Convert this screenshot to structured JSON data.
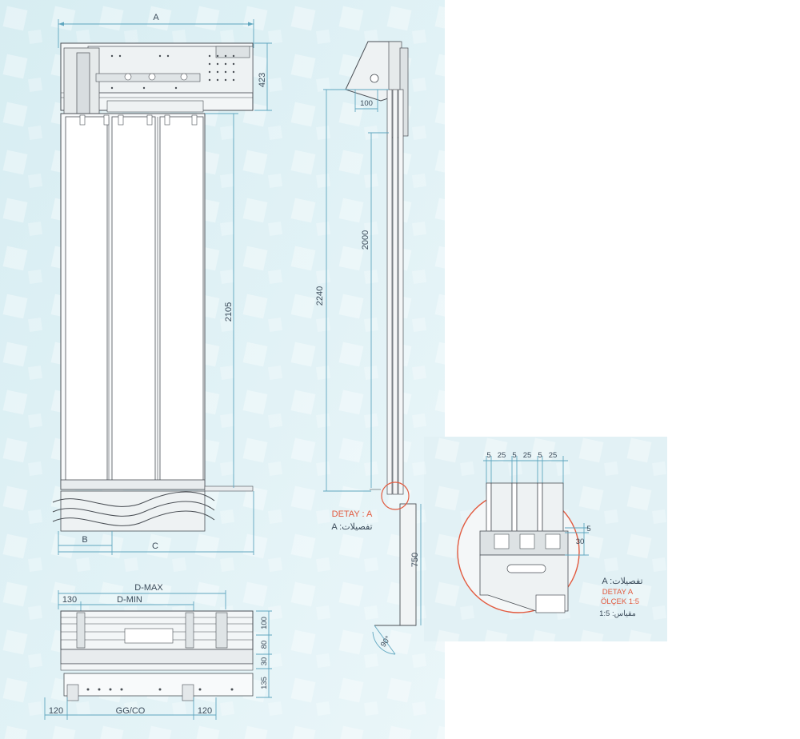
{
  "front_view": {
    "dim_A": "A",
    "dim_423": "423",
    "dim_2105": "2105",
    "dim_B": "B",
    "dim_C": "C"
  },
  "side_view": {
    "dim_100": "100",
    "dim_2000": "2000",
    "dim_2240": "2240",
    "dim_750": "750",
    "dim_90": "90°",
    "detail_label": "DETAY : A",
    "detail_label_ar": "A :تفصيلات"
  },
  "plan_view": {
    "dim_d_max": "D-MAX",
    "dim_d_min": "D-MIN",
    "dim_130": "130",
    "dim_100": "100",
    "dim_80": "80",
    "dim_30": "30",
    "dim_135": "135",
    "dim_120_left": "120",
    "dim_120_right": "120",
    "dim_gg_co": "GG/CO"
  },
  "detail_view": {
    "dims_top": [
      "5",
      "25",
      "5",
      "25",
      "5",
      "25"
    ],
    "dim_5": "5",
    "dim_30": "30",
    "caption_ar": "A :تفصيلات",
    "caption_detay": "DETAY A",
    "caption_scale": "ÖLÇEK 1:5",
    "caption_scale_ar": "مقياس: 1:5"
  },
  "colors": {
    "panel_bg": "#e2f1f5",
    "dimension": "#5fa6bf",
    "ink": "#4a4f55",
    "detail_circle": "#e25a3f"
  }
}
